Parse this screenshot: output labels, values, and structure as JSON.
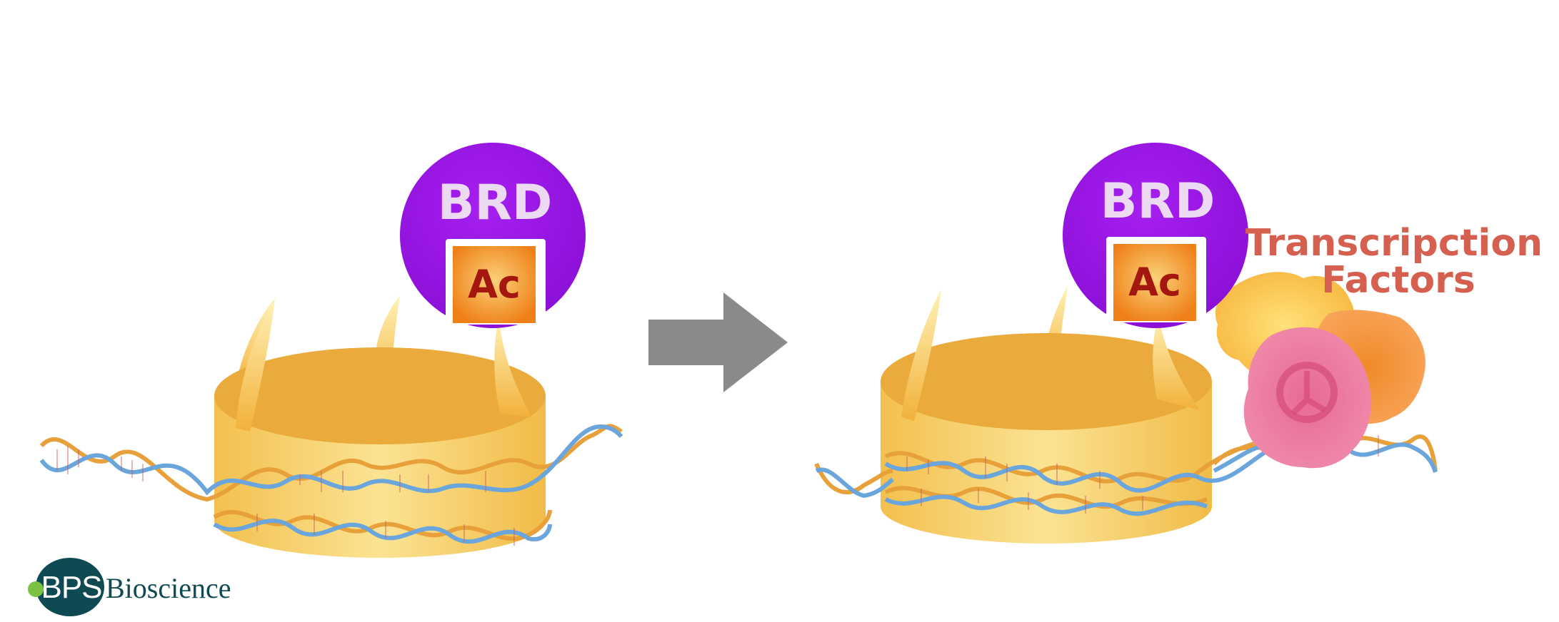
{
  "panels": {
    "left": {
      "brd_label": "BRD",
      "ac_label": "Ac"
    },
    "right": {
      "brd_label": "BRD",
      "ac_label": "Ac",
      "tf_line1": "Transcripction",
      "tf_line2": "Factors"
    }
  },
  "logo": {
    "bps": "BPS",
    "name": "Bioscience"
  },
  "colors": {
    "brd": "#9b19e8",
    "acetyl_box": "#f08a1e",
    "nucleosome": "#edb13d",
    "dna_strand_a": "#e8a13a",
    "dna_strand_b": "#6aa5dc",
    "arrow": "#8a8a8a",
    "tf_text": "#d5604f",
    "logo": "#0f4a52",
    "logo_dot": "#7cc242"
  }
}
